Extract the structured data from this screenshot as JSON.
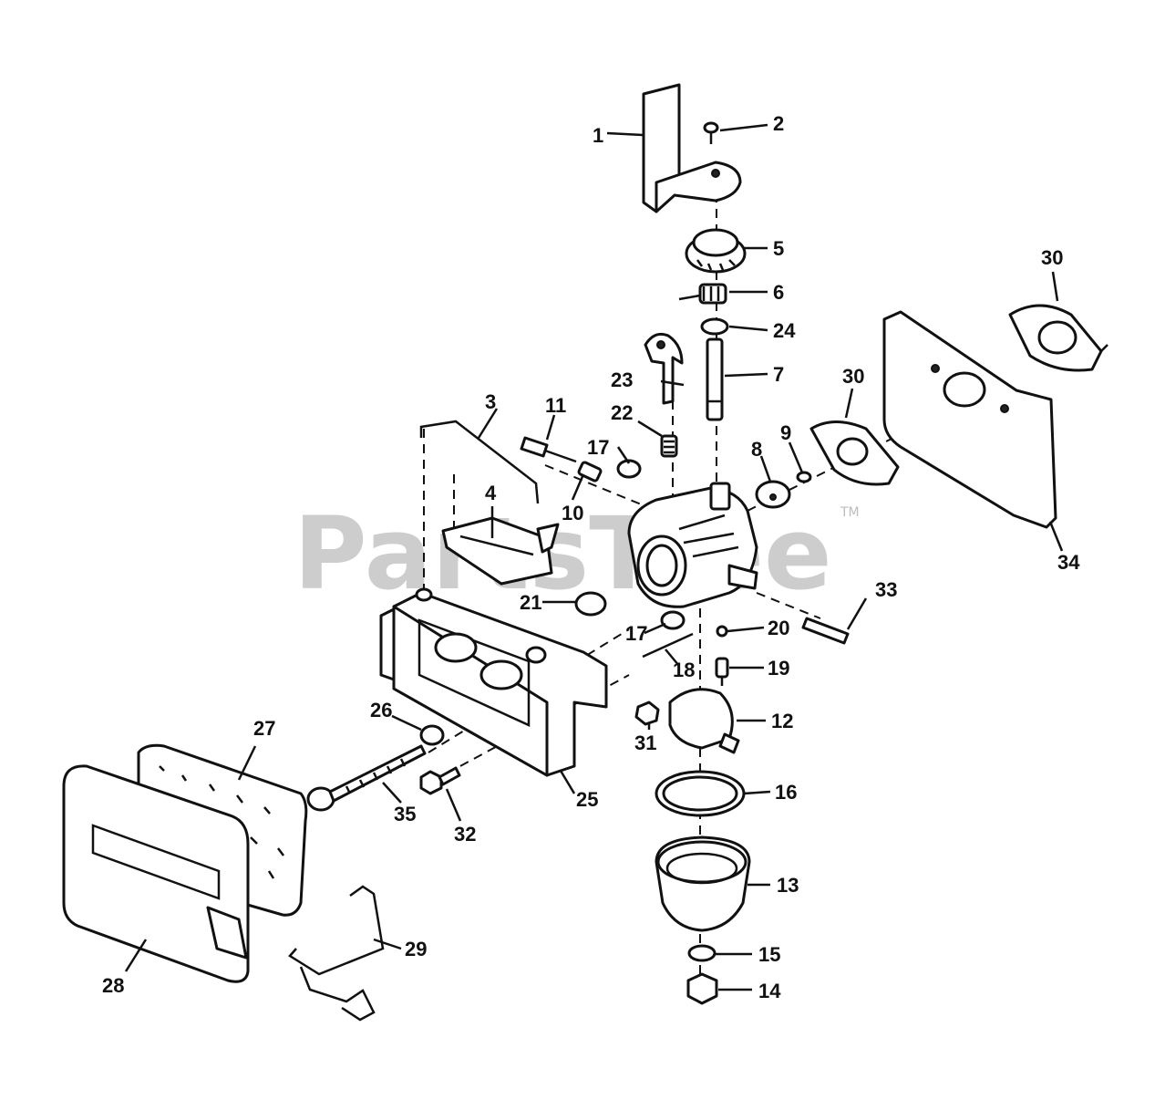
{
  "watermark": {
    "text": "PartsTree",
    "trademark": "TM"
  },
  "callouts": {
    "c1": "1",
    "c2": "2",
    "c3": "3",
    "c4": "4",
    "c5": "5",
    "c6": "6",
    "c7": "7",
    "c8": "8",
    "c9": "9",
    "c10": "10",
    "c11": "11",
    "c12": "12",
    "c13": "13",
    "c14": "14",
    "c15": "15",
    "c16": "16",
    "c17a": "17",
    "c17b": "17",
    "c18": "18",
    "c19": "19",
    "c20": "20",
    "c21": "21",
    "c22": "22",
    "c23": "23",
    "c24": "24",
    "c25": "25",
    "c26": "26",
    "c27": "27",
    "c28": "28",
    "c29": "29",
    "c30a": "30",
    "c30b": "30",
    "c31": "31",
    "c32": "32",
    "c33": "33",
    "c34": "34",
    "c35": "35"
  }
}
